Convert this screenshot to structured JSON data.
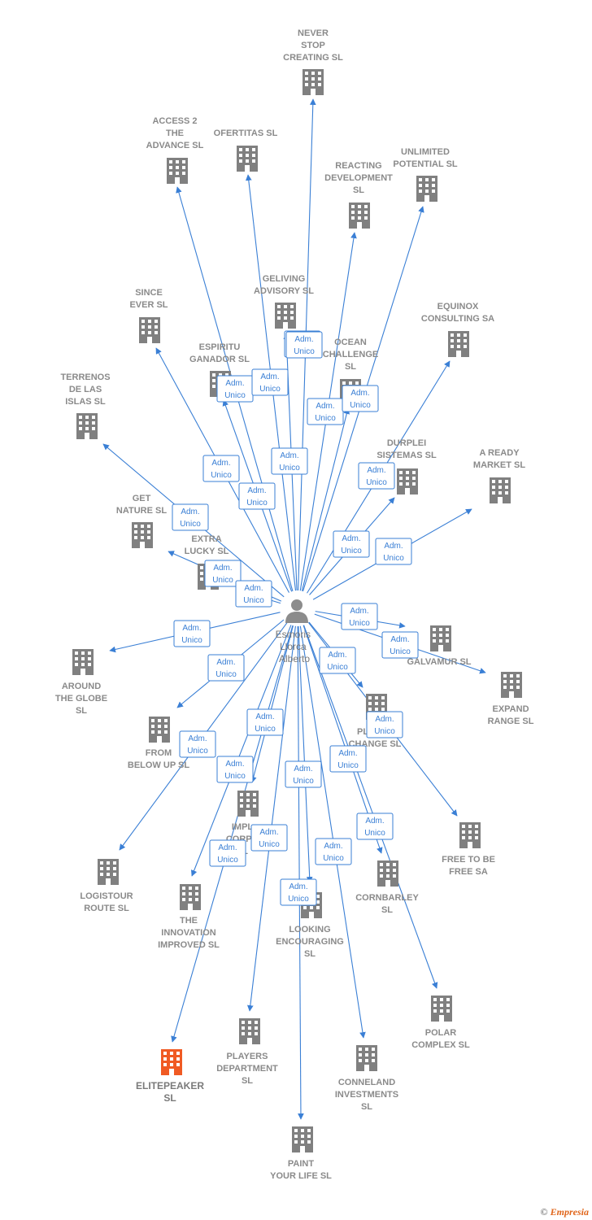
{
  "colors": {
    "edge": "#3a7fd5",
    "building": "#808080",
    "highlight": "#f05a23",
    "person": "#8c8c8c"
  },
  "center": {
    "id": "person",
    "lines": [
      "Esmoris",
      "Llorca",
      "Alberto"
    ],
    "icon": "person-icon"
  },
  "role": [
    "Adm.",
    "Unico"
  ],
  "nodes": [
    {
      "id": "never-stop-creating",
      "lines": [
        "NEVER",
        "STOP",
        "CREATING  SL"
      ]
    },
    {
      "id": "access-2-the-advance",
      "lines": [
        "ACCESS 2",
        "THE",
        "ADVANCE  SL"
      ]
    },
    {
      "id": "ofertitas",
      "lines": [
        "OFERTITAS  SL"
      ]
    },
    {
      "id": "reacting-development",
      "lines": [
        "REACTING",
        "DEVELOPMENT",
        "SL"
      ]
    },
    {
      "id": "unlimited-potential",
      "lines": [
        "UNLIMITED",
        "POTENTIAL  SL"
      ]
    },
    {
      "id": "since-ever",
      "lines": [
        "SINCE",
        "EVER  SL"
      ]
    },
    {
      "id": "geliving-advisory",
      "lines": [
        "GELIVING",
        "ADVISORY  SL"
      ]
    },
    {
      "id": "equinox-consulting",
      "lines": [
        "EQUINOX",
        "CONSULTING SA"
      ]
    },
    {
      "id": "espiritu-ganador",
      "lines": [
        "ESPIRITU",
        "GANADOR SL"
      ]
    },
    {
      "id": "ocean-challenge",
      "lines": [
        "OCEAN",
        "CHALLENGE",
        "SL"
      ]
    },
    {
      "id": "terrenos-de-las-islas",
      "lines": [
        "TERRENOS",
        "DE LAS",
        "ISLAS  SL"
      ]
    },
    {
      "id": "durplei-sistemas",
      "lines": [
        "DURPLEI",
        "SISTEMAS  SL"
      ]
    },
    {
      "id": "a-ready-market",
      "lines": [
        "A READY",
        "MARKET  SL"
      ]
    },
    {
      "id": "get-nature",
      "lines": [
        "GET",
        "NATURE  SL"
      ]
    },
    {
      "id": "extra-lucky",
      "lines": [
        "EXTRA",
        "LUCKY  SL"
      ]
    },
    {
      "id": "galvamur",
      "lines": [
        "GALVAMUR  SL"
      ]
    },
    {
      "id": "around-the-globe",
      "lines": [
        "AROUND",
        "THE GLOBE",
        "SL"
      ]
    },
    {
      "id": "expand-range",
      "lines": [
        "EXPAND",
        "RANGE  SL"
      ]
    },
    {
      "id": "from-below-up",
      "lines": [
        "FROM",
        "BELOW UP  SL"
      ]
    },
    {
      "id": "planet-change",
      "lines": [
        "PLANET",
        "CHANGE  SL"
      ]
    },
    {
      "id": "impl-corpo",
      "lines": [
        "IMPL",
        "CORPO",
        "SL"
      ]
    },
    {
      "id": "free-to-be-free",
      "lines": [
        "FREE TO BE",
        "FREE SA"
      ]
    },
    {
      "id": "logistour-route",
      "lines": [
        "LOGISTOUR",
        "ROUTE  SL"
      ]
    },
    {
      "id": "the-innovation-improved",
      "lines": [
        "THE",
        "INNOVATION",
        "IMPROVED  SL"
      ]
    },
    {
      "id": "looking-encouraging",
      "lines": [
        "LOOKING",
        "ENCOURAGING",
        "SL"
      ]
    },
    {
      "id": "cornbarley",
      "lines": [
        "CORNBARLEY",
        "SL"
      ]
    },
    {
      "id": "polar-complex",
      "lines": [
        "POLAR",
        "COMPLEX  SL"
      ]
    },
    {
      "id": "players-department",
      "lines": [
        "PLAYERS",
        "DEPARTMENT",
        "SL"
      ]
    },
    {
      "id": "conneland-investments",
      "lines": [
        "CONNELAND",
        "INVESTMENTS",
        "SL"
      ]
    },
    {
      "id": "elitepeaker",
      "lines": [
        "ELITEPEAKER",
        "SL"
      ],
      "highlight": true
    },
    {
      "id": "paint-your-life",
      "lines": [
        "PAINT",
        "YOUR LIFE  SL"
      ]
    }
  ],
  "footer": {
    "copyright": "©",
    "brand": "Empresia"
  }
}
